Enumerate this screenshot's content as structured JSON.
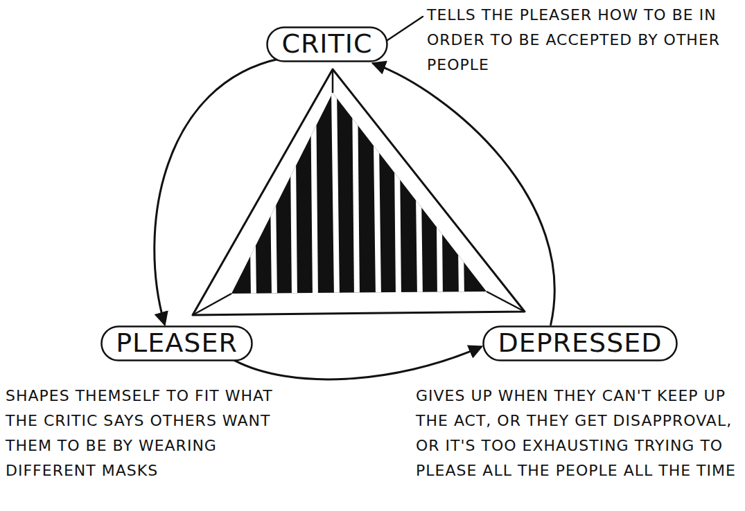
{
  "diagram": {
    "nodes": [
      {
        "text": [
          "CRITIC"
        ]
      },
      {
        "text": [
          "PLEASER"
        ]
      },
      {
        "text": [
          "DEPRESSED"
        ]
      }
    ],
    "edges": [
      {
        "from": 0,
        "to": 1,
        "arrow": "to"
      },
      {
        "from": 1,
        "to": 2,
        "arrow": "to"
      },
      {
        "from": 2,
        "to": 0,
        "arrow": "to"
      }
    ],
    "labels": [
      "TELLS THE PLEASER HOW TO BE IN ORDER TO BE ACCEPTED BY OTHER PEOPLE",
      "SHAPES THEMSELF TO FIT WHAT THE CRITIC SAYS OTHERS WANT THEM TO BE BY WEARING DIFFERENT MASKS",
      "GIVES UP WHEN THEY CAN'T KEEP UP THE ACT, OR THEY GET DISAPPROVAL, OR IT'S TOO EXHAUSTING TRYING TO PLEASE ALL THE PEOPLE ALL THE TIME"
    ]
  }
}
